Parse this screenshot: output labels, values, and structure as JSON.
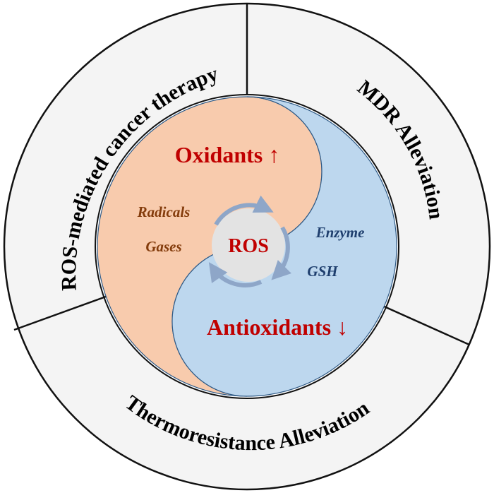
{
  "ring": {
    "left_label": "ROS-mediated cancer therapy",
    "right_label": "MDR Alleviation",
    "bottom_label": "Thermoresistance Alleviation"
  },
  "oxidant_side": {
    "title": "Oxidants ↑",
    "items": [
      "Radicals",
      "Gases"
    ]
  },
  "antioxidant_side": {
    "title": "Antioxidants ↓",
    "items": [
      "Enzyme",
      "GSH"
    ]
  },
  "center": {
    "label": "ROS"
  },
  "colors": {
    "ring_fill": "#f4f4f4",
    "ring_stroke": "#111111",
    "oxidant_fill": "#f8cbad",
    "antioxidant_fill": "#bdd7ee",
    "yin_yang_stroke": "#2f5a86",
    "center_fill": "#e3e3e3",
    "cycle_arrow": "#8ea6c8",
    "red_title": "#c00000",
    "oxidant_item": "#843c0c",
    "antioxidant_item": "#1f3f6e"
  }
}
